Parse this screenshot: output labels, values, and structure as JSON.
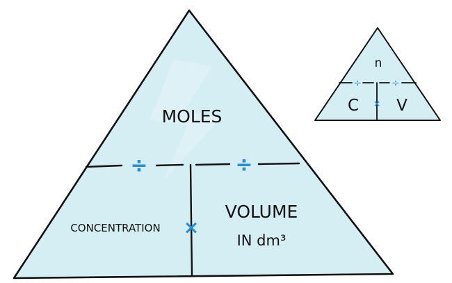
{
  "colors": {
    "fill": "#d4eef4",
    "stroke": "#111111",
    "operator": "#2a8fd0",
    "watermark": "#e4f4f8"
  },
  "large_triangle": {
    "top_label": "MOLES",
    "left_label": "CONCENTRATION",
    "right_label_line1": "VOLUME",
    "right_label_line2": "IN dm³",
    "left_divide": "÷",
    "right_divide": "÷",
    "multiply": "×"
  },
  "small_triangle": {
    "top_label": "n",
    "left_label": "C",
    "right_label": "V",
    "left_divide": "÷",
    "right_divide": "÷",
    "multiply": "×"
  },
  "icons": {
    "watermark": "lightning-bolt-logo"
  }
}
